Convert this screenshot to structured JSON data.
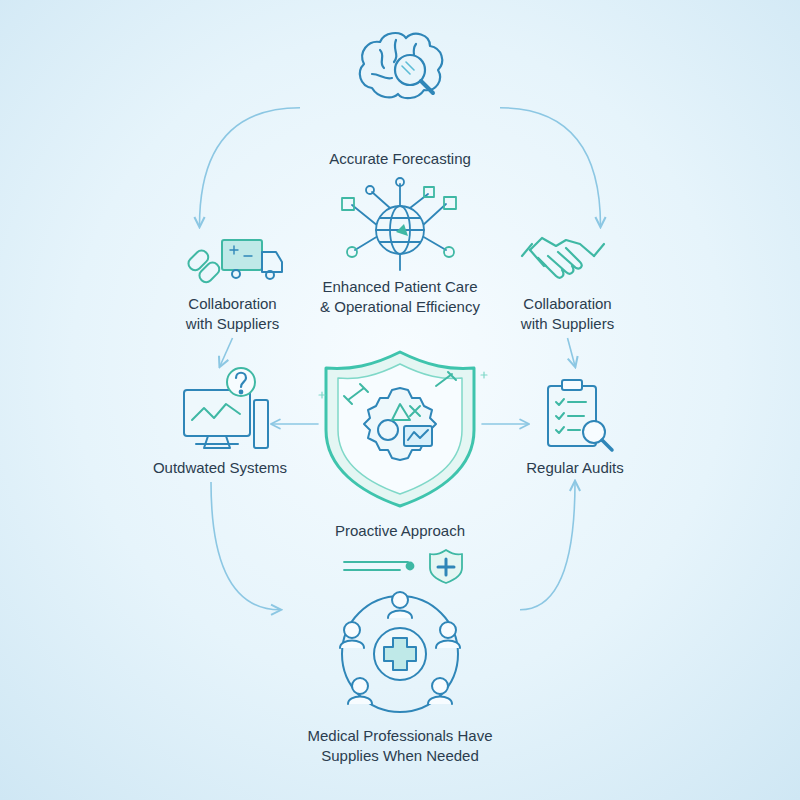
{
  "diagram": {
    "nodes": [
      {
        "text": [
          "Accurate Forecasting"
        ]
      },
      {
        "text": [
          "Enhanced Patient Care & Operational Efficiency"
        ]
      },
      {
        "text": [
          "Collaboration with Suppliers"
        ]
      },
      {
        "text": [
          "Collaboration with Suppliers"
        ]
      },
      {
        "text": [
          "Outdwated Systems"
        ]
      },
      {
        "text": [
          "Regular Audits"
        ]
      },
      {
        "text": [
          "Medical Professionals Have Supplies When Needed"
        ]
      }
    ],
    "edges": [
      {
        "from": 0,
        "to": 2,
        "arrow": "to"
      },
      {
        "from": 0,
        "to": 3,
        "arrow": "to"
      },
      {
        "from": 2,
        "to": 4,
        "arrow": "to"
      },
      {
        "from": 3,
        "to": 5,
        "arrow": "to"
      },
      {
        "from": 4,
        "to": 6,
        "arrow": "to"
      },
      {
        "from": 6,
        "to": 5,
        "arrow": "to"
      }
    ],
    "labels": [
      "Proactive Approach"
    ]
  }
}
